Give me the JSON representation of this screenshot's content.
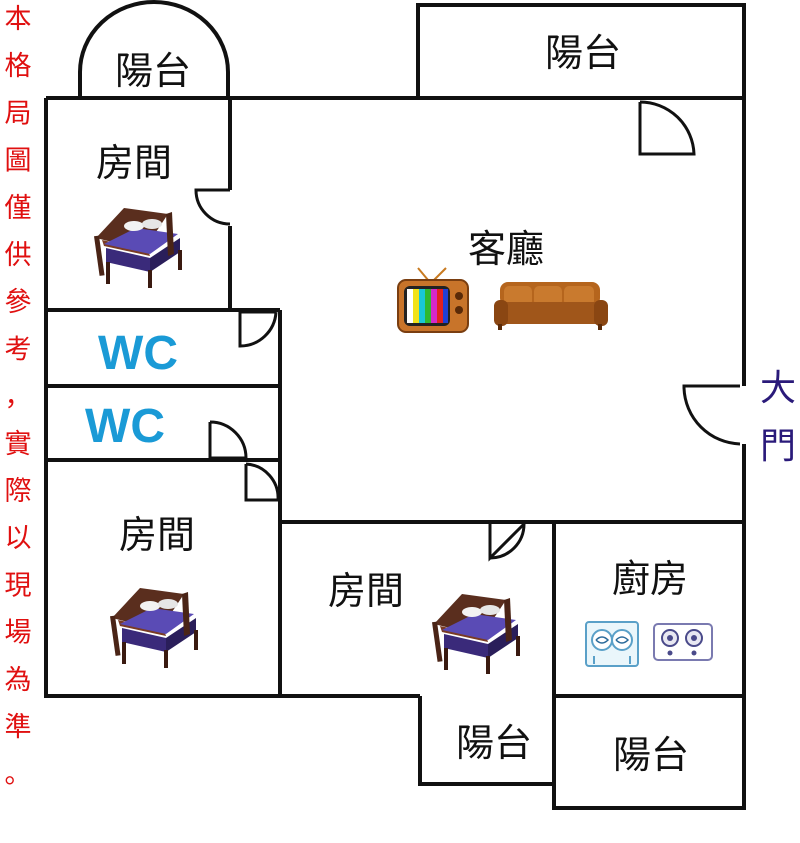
{
  "rooms": {
    "balcony_round": "陽台",
    "balcony_top": "陽台",
    "room_top_left": "房間",
    "living_room": "客廳",
    "wc_upper": "WC",
    "wc_lower": "WC",
    "room_bottom_left": "房間",
    "room_bottom_middle": "房間",
    "kitchen": "廚房",
    "balcony_bottom_middle": "陽台",
    "balcony_bottom_right": "陽台"
  },
  "entrance_label": [
    "大",
    "門"
  ],
  "disclaimer": [
    "本",
    "格",
    "局",
    "圖",
    "僅",
    "供",
    "參",
    "考",
    "，",
    "實",
    "際",
    "以",
    "現",
    "場",
    "為",
    "準",
    "。"
  ],
  "icons": [
    "bed-icon",
    "tv-icon",
    "sofa-icon",
    "sink-icon",
    "stove-icon",
    "door-swing-icon"
  ],
  "colors": {
    "wall": "#111111",
    "wc_text": "#1a9ad6",
    "disclaimer_text": "#e01010",
    "entrance_text": "#2a1a7a"
  }
}
